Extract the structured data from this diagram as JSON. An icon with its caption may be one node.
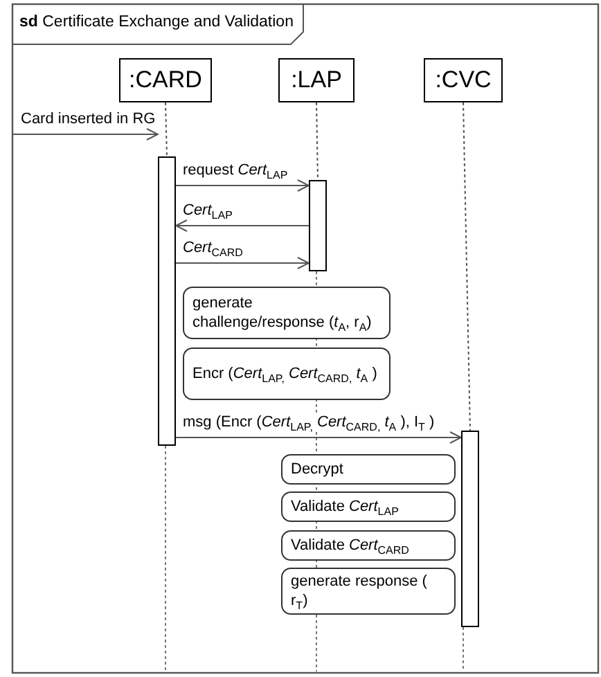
{
  "diagram": {
    "title": "**sd** Certificate Exchange and Validation",
    "nodes": [
      {
        "text": [
          ":CARD"
        ]
      },
      {
        "text": [
          ":LAP"
        ]
      },
      {
        "text": [
          ":CVC"
        ]
      },
      {
        "text": [],
        "shape": "bar"
      },
      {
        "text": [],
        "shape": "bar"
      },
      {
        "text": [],
        "shape": "bar"
      },
      {
        "text": [
          "generate challenge/response (*t*$_{A}$, r$_{A}$)"
        ]
      },
      {
        "text": [
          "Encr (*Cert*$_{LAP,}$ *Cert*$_{CARD,}$ *t*$_{A}$ )"
        ]
      },
      {
        "text": [
          "Decrypt"
        ]
      },
      {
        "text": [
          "Validate *Cert*$_{LAP}$"
        ]
      },
      {
        "text": [
          "Validate *Cert*$_{CARD}$"
        ]
      },
      {
        "text": [
          "generate response ( r$_{T}$)"
        ]
      }
    ],
    "edges": [
      {
        "from": 0,
        "to": 3,
        "arrow": "none",
        "style": "dashed"
      },
      {
        "from": 1,
        "to": 4,
        "arrow": "none",
        "style": "dashed"
      },
      {
        "from": 2,
        "to": 5,
        "arrow": "none",
        "style": "dashed"
      },
      {
        "from": null,
        "to": 3,
        "arrow": "to",
        "label": "Card inserted in RG"
      },
      {
        "from": 3,
        "to": 4,
        "arrow": "to",
        "label": "request *Cert*$_{LAP}$"
      },
      {
        "from": 4,
        "to": 3,
        "arrow": "to",
        "label": "*Cert*$_{LAP}$"
      },
      {
        "from": 3,
        "to": 4,
        "arrow": "to",
        "label": "*Cert*$_{CARD}$"
      },
      {
        "from": 3,
        "to": 5,
        "arrow": "to",
        "label": "msg (Encr (*Cert*$_{LAP,}$ *Cert*$_{CARD,}$ *t*$_{A}$ ), I$_{T}$ )"
      }
    ]
  }
}
